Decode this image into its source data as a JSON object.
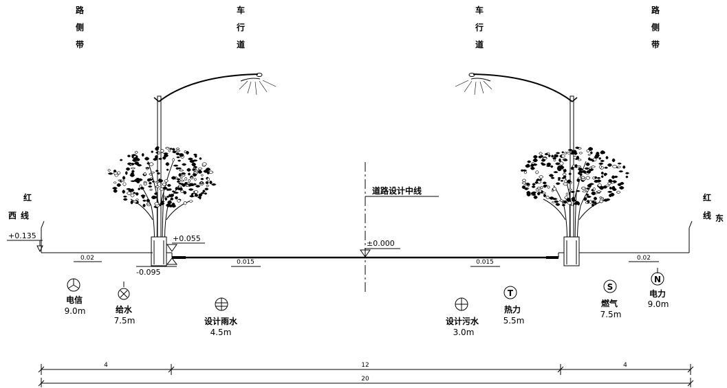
{
  "top_labels": {
    "left_sidewalk": [
      "路",
      "侧",
      "带"
    ],
    "left_carriageway": [
      "车",
      "行",
      "道"
    ],
    "right_carriageway": [
      "车",
      "行",
      "道"
    ],
    "right_sidewalk": [
      "路",
      "侧",
      "带"
    ]
  },
  "red_line": {
    "west": [
      "红",
      "西",
      "线"
    ],
    "east": [
      "红",
      "线",
      "东"
    ]
  },
  "centerline_label": "道路设计中线",
  "elevations": {
    "left_red_line": "+0.135",
    "curb_top": "+0.055",
    "curb_bottom": "-0.095",
    "center": "±0.000"
  },
  "slopes": {
    "left_sidewalk": "0.02",
    "left_carriageway": "0.015",
    "right_carriageway": "0.015",
    "right_sidewalk": "0.02"
  },
  "utilities": [
    {
      "name": "电信",
      "distance": "9.0m",
      "symbol": "telecom"
    },
    {
      "name": "给水",
      "distance": "7.5m",
      "symbol": "water"
    },
    {
      "name": "设计雨水",
      "distance": "4.5m",
      "symbol": "rain"
    },
    {
      "name": "设计污水",
      "distance": "3.0m",
      "symbol": "sewage"
    },
    {
      "name": "热力",
      "distance": "5.5m",
      "symbol": "heat",
      "glyph": "T"
    },
    {
      "name": "燃气",
      "distance": "7.5m",
      "symbol": "gas",
      "glyph": "S"
    },
    {
      "name": "电力",
      "distance": "9.0m",
      "symbol": "power",
      "glyph": "N"
    }
  ],
  "dimensions": {
    "left_sidewalk": "4",
    "carriageway": "12",
    "right_sidewalk": "4",
    "total": "20"
  }
}
